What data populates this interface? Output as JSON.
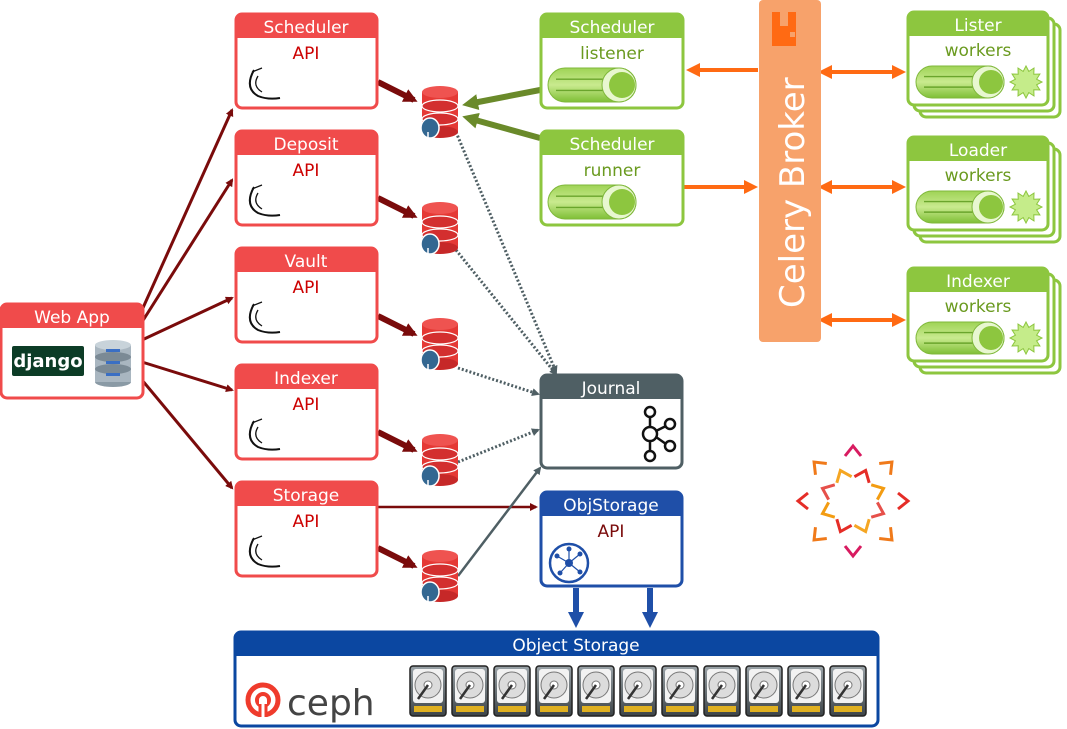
{
  "webapp": {
    "title": "Web App",
    "logo": "django"
  },
  "apis": [
    {
      "title": "Scheduler",
      "sub": "API"
    },
    {
      "title": "Deposit",
      "sub": "API"
    },
    {
      "title": "Vault",
      "sub": "API"
    },
    {
      "title": "Indexer",
      "sub": "API"
    },
    {
      "title": "Storage",
      "sub": "API"
    }
  ],
  "scheduler_listener": {
    "title": "Scheduler",
    "sub": "listener"
  },
  "scheduler_runner": {
    "title": "Scheduler",
    "sub": "runner"
  },
  "broker": {
    "label": "Celery Broker"
  },
  "workers": [
    {
      "title": "Lister",
      "sub": "workers"
    },
    {
      "title": "Loader",
      "sub": "workers"
    },
    {
      "title": "Indexer",
      "sub": "workers"
    }
  ],
  "journal": {
    "title": "Journal"
  },
  "objstorage": {
    "title": "ObjStorage",
    "sub": "API"
  },
  "object_storage": {
    "title": "Object Storage",
    "logo": "ceph"
  },
  "colors": {
    "api_red": "#f04b4b",
    "api_text": "#cc0000",
    "green": "#8dc63f",
    "green_text": "#6a9a1f",
    "orange": "#f7a26b",
    "orange_arrow": "#ff6a13",
    "journal_gray": "#4f5f64",
    "storage_blue": "#1f4fa8",
    "db_red": "#e53935",
    "arrow_dark_red": "#7a0b0b"
  }
}
